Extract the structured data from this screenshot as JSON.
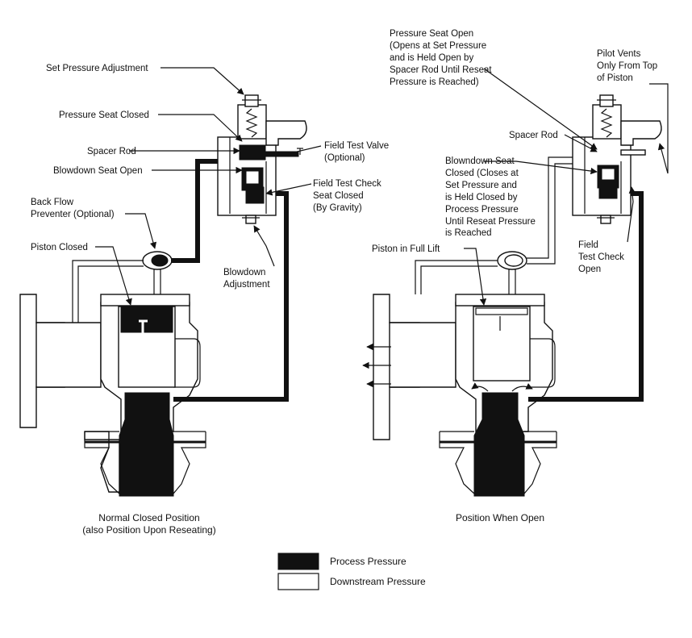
{
  "left_diagram": {
    "caption_line1": "Normal Closed Position",
    "caption_line2": "(also Position Upon Reseating)",
    "labels": {
      "set_pressure_adjustment": "Set Pressure Adjustment",
      "pressure_seat_closed": "Pressure Seat Closed",
      "spacer_rod": "Spacer Rod",
      "blowdown_seat_open": "Blowdown Seat Open",
      "back_flow_1": "Back Flow",
      "back_flow_2": "Preventer (Optional)",
      "piston_closed": "Piston Closed",
      "field_test_valve_1": "Field Test Valve",
      "field_test_valve_2": "(Optional)",
      "field_test_check_1": "Field Test Check",
      "field_test_check_2": "Seat Closed",
      "field_test_check_3": "(By Gravity)",
      "blowdown_adj_1": "Blowdown",
      "blowdown_adj_2": "Adjustment"
    }
  },
  "right_diagram": {
    "caption": "Position When Open",
    "labels": {
      "pso_1": "Pressure Seat Open",
      "pso_2": "(Opens at Set Pressure",
      "pso_3": "and is Held Open by",
      "pso_4": "Spacer Rod Until Reseat",
      "pso_5": "Pressure is Reached)",
      "pilot_vents_1": "Pilot Vents",
      "pilot_vents_2": "Only From Top",
      "pilot_vents_3": "of Piston",
      "spacer_rod": "Spacer Rod",
      "bsc_1": "Blowndown Seat",
      "bsc_2": "Closed (Closes at",
      "bsc_3": "Set Pressure and",
      "bsc_4": "is Held Closed by",
      "bsc_5": "Process Pressure",
      "bsc_6": "Until Reseat Pressure",
      "bsc_7": "is Reached",
      "piston_full_lift": "Piston in Full Lift",
      "ftco_1": "Field",
      "ftco_2": "Test Check",
      "ftco_3": "Open"
    }
  },
  "legend": {
    "process_pressure": "Process Pressure",
    "downstream_pressure": "Downstream Pressure",
    "process_color": "#111111",
    "downstream_color": "#ffffff"
  }
}
